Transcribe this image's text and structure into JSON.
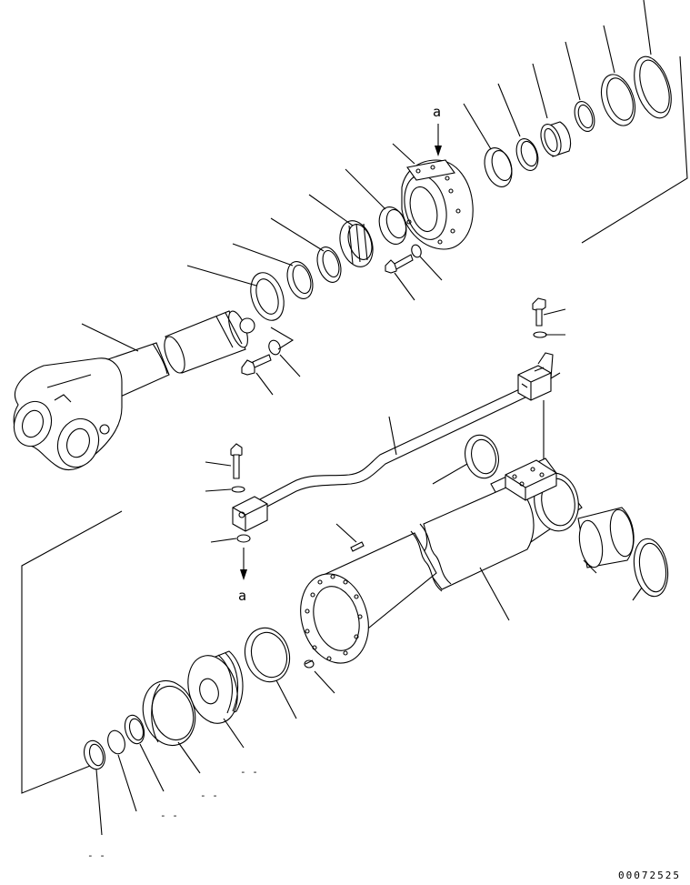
{
  "labels": {
    "view_mark_top": "a",
    "view_mark_bottom": "a"
  },
  "notes": {
    "dash_1": "- -",
    "dash_2": "- -",
    "dash_3": "- -",
    "dash_4": "- -"
  },
  "footer": {
    "drawing_code": "00072525"
  }
}
